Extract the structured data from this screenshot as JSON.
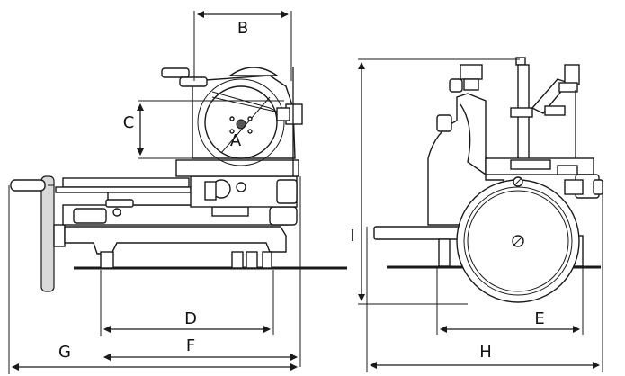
{
  "labels": {
    "A": "A",
    "B": "B",
    "C": "C",
    "D": "D",
    "E": "E",
    "F": "F",
    "G": "G",
    "H": "H",
    "I": "I"
  },
  "colors": {
    "line": "#1a1a1a",
    "shade": "#d9d9d9",
    "background": "#ffffff"
  }
}
